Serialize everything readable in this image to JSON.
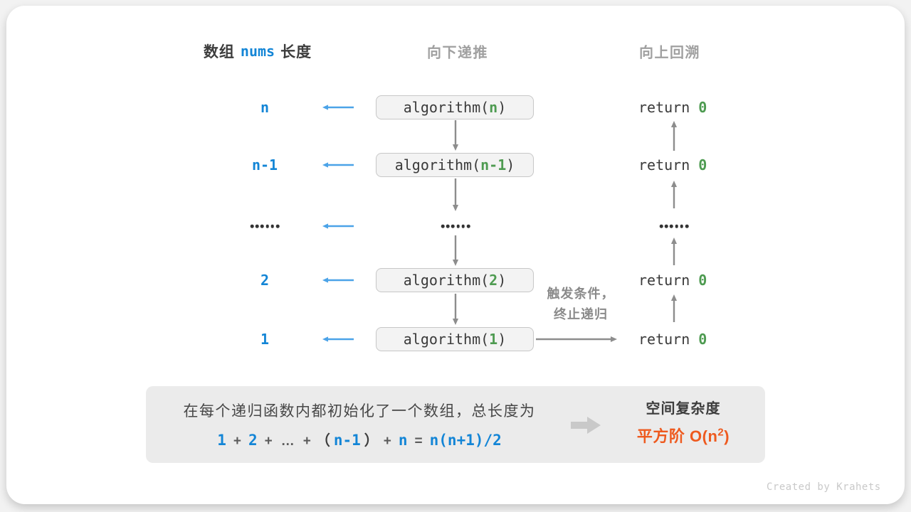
{
  "diagram": {
    "header": {
      "left_prefix": "数组",
      "left_code": "nums",
      "left_suffix": "长度",
      "middle": "向下递推",
      "right": "向上回溯"
    },
    "rows": [
      {
        "type": "call",
        "length_label": "n",
        "call_prefix": "algorithm(",
        "call_arg": "n",
        "call_suffix": ")",
        "return_keyword": "return",
        "return_value": "0"
      },
      {
        "type": "call",
        "length_label": "n-1",
        "call_prefix": "algorithm(",
        "call_arg": "n-1",
        "call_suffix": ")",
        "return_keyword": "return",
        "return_value": "0"
      },
      {
        "type": "ellipsis",
        "length_label": "……",
        "call_label": "……",
        "return_label": "……"
      },
      {
        "type": "call",
        "length_label": "2",
        "call_prefix": "algorithm(",
        "call_arg": "2",
        "call_suffix": ")",
        "return_keyword": "return",
        "return_value": "0"
      },
      {
        "type": "call",
        "length_label": "1",
        "call_prefix": "algorithm(",
        "call_arg": "1",
        "call_suffix": ")",
        "return_keyword": "return",
        "return_value": "0"
      }
    ],
    "trigger_note": {
      "line1": "触发条件，",
      "line2": "终止递归"
    },
    "summary": {
      "description": "在每个递归函数内都初始化了一个数组，总长度为",
      "formula_tokens": [
        {
          "text": "1",
          "style": "accent"
        },
        {
          "text": "+",
          "style": "op"
        },
        {
          "text": "2",
          "style": "accent"
        },
        {
          "text": "+",
          "style": "op"
        },
        {
          "text": "…",
          "style": "op"
        },
        {
          "text": "+",
          "style": "op"
        },
        {
          "text": "（",
          "style": "paren"
        },
        {
          "text": "n-1",
          "style": "accent"
        },
        {
          "text": "）",
          "style": "paren"
        },
        {
          "text": "+",
          "style": "op"
        },
        {
          "text": "n",
          "style": "accent"
        },
        {
          "text": "=",
          "style": "op"
        },
        {
          "text": "n(n+1)/2",
          "style": "accent"
        }
      ],
      "result_title": "空间复杂度",
      "result_prefix": "平方阶 O(n",
      "result_sup": "2",
      "result_suffix": ")"
    },
    "footer_credit": "Created by Krahets",
    "colors": {
      "accent_blue": "#1385d6",
      "arrow_blue": "#4ba3e8",
      "code_green": "#4e9b51",
      "arrow_gray": "#8d8d8d",
      "result_orange": "#ee5a1f",
      "box_fill": "#f3f3f3",
      "summary_fill": "#ebebeb"
    }
  }
}
